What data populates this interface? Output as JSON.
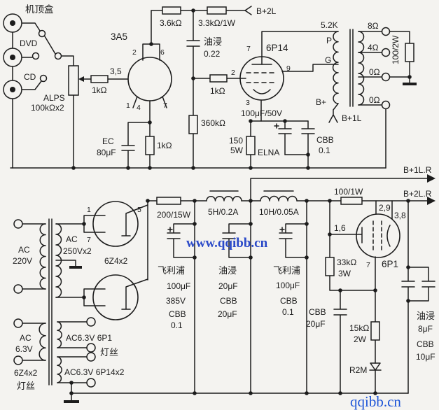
{
  "colors": {
    "paper": "#f4f3f0",
    "ink": "#1c1c1c",
    "watermark_center": "#2a49c8",
    "watermark_corner": "#1d55d8"
  },
  "source": {
    "jack_top": "机顶盒",
    "jack_dvd": "DVD",
    "jack_cd": "CD",
    "selector_pot": "ALPS",
    "selector_pot_value": "100kΩx2",
    "r_grid_stop": "1kΩ"
  },
  "v1": {
    "tube": "3A5",
    "pin_grid": "3,5",
    "pin2": "2",
    "pin6": "6",
    "pin1": "1",
    "pin4": "4",
    "pin7": "7",
    "r_plate": "3.6kΩ",
    "r_supply": "3.3kΩ/1W",
    "supply_arrow": "B+2L",
    "c_couple_type": "油浸",
    "c_couple_value": "0.22",
    "c_cath_name": "EC",
    "c_cath_value": "80μF",
    "r_cath": "1kΩ"
  },
  "v2": {
    "tube": "6P14",
    "pin7": "7",
    "pin2": "2",
    "pin9": "9",
    "pin3": "3",
    "r_grid": "1kΩ",
    "r_leak": "360kΩ",
    "c_cath": "100μF/50V",
    "c_cath_brand": "ELNA",
    "r_cath_a": "150",
    "r_cath_b": "5W",
    "c_cath2a": "CBB",
    "c_cath2b": "0.1"
  },
  "opt": {
    "impedance": "5.2K",
    "tap_p": "P",
    "tap_g": "G",
    "tap_b": "B+",
    "b1l_arrow": "B+1L",
    "sec": [
      "8Ω",
      "4Ω",
      "0Ω",
      "0Ω"
    ],
    "r_out": "100/2W"
  },
  "rails": {
    "b1": "B+1L.R",
    "b2": "B+2L.R",
    "r_screen": "100/1W"
  },
  "psu": {
    "mains_a": "AC",
    "mains_b": "220V",
    "hv_a": "AC",
    "hv_b": "250Vx2",
    "rect_tube": "6Z4x2",
    "pin1": "1",
    "pin7": "7",
    "pin5": "5",
    "r_filter": "200/15W",
    "choke1": "5H/0.2A",
    "choke2": "10H/0.05A",
    "cap1": [
      "飞利浦",
      "100μF",
      "385V",
      "CBB",
      "0.1"
    ],
    "cap2": [
      "油浸",
      "20μF",
      "CBB",
      "20μF"
    ],
    "cap3": [
      "飞利浦",
      "100μF",
      "CBB",
      "0.1"
    ],
    "cap4": [
      "油浸",
      "8μF",
      "CBB",
      "10μF"
    ],
    "reg": {
      "tube": "6P1",
      "pin16": "1,6",
      "pin29": "2,9",
      "pin38": "3,8",
      "pin7": "7",
      "r_a": "33kΩ",
      "r_b": "3W",
      "c_a": "CBB",
      "c_b": "20μF",
      "r_bleed_a": "15kΩ",
      "r_bleed_b": "2W",
      "diode": "R2M"
    },
    "fil_a_1": "AC",
    "fil_a_2": "6.3V",
    "fil_a_3": "6Z4x2",
    "fil_a_4": "灯丝",
    "fil_b": "AC6.3V  6P1",
    "fil_b2": "灯丝",
    "fil_c": "AC6.3V  6P14x2"
  },
  "watermarks": {
    "center": "www.qqibb.cn",
    "corner": "qqibb.cn"
  }
}
